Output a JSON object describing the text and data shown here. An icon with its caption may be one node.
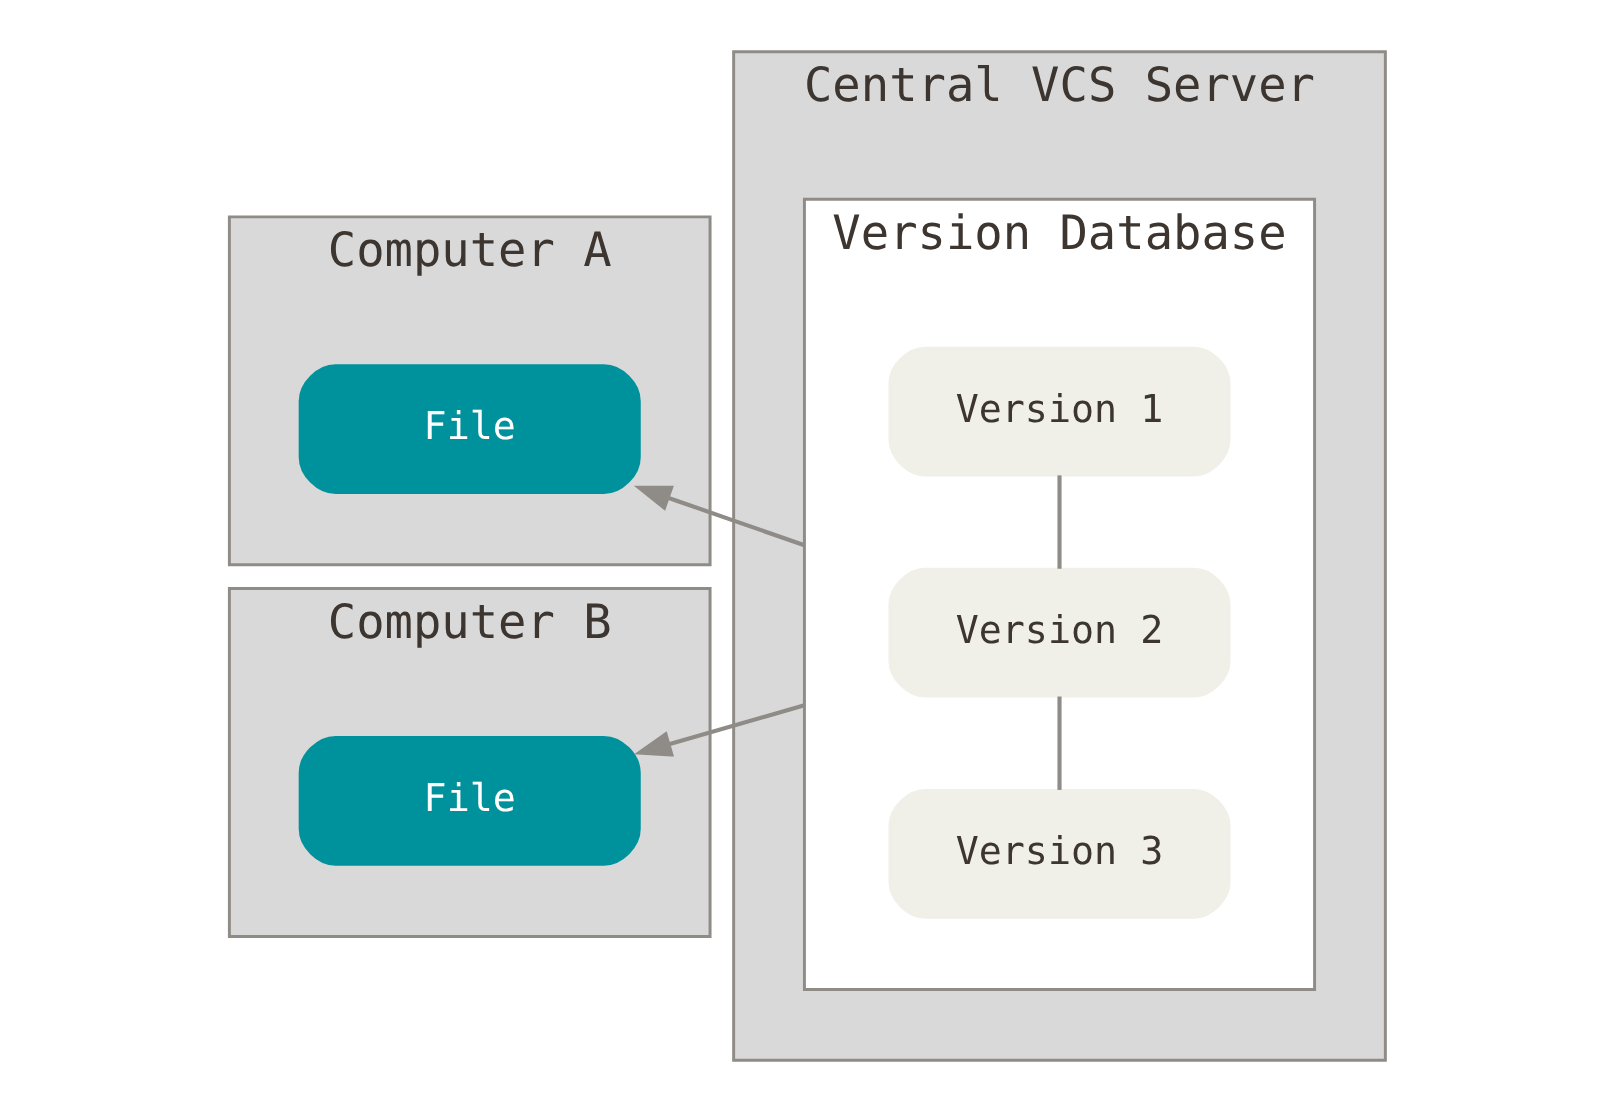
{
  "diagram": {
    "nodes": [
      {
        "text": [
          "Computer A"
        ]
      },
      {
        "text": [
          "File"
        ],
        "in": 0
      },
      {
        "text": [
          "Computer B"
        ]
      },
      {
        "text": [
          "File"
        ],
        "in": 2
      },
      {
        "text": [
          "Central VCS Server"
        ]
      },
      {
        "text": [
          "Version Database"
        ],
        "in": 4
      },
      {
        "text": [
          "Version 3"
        ],
        "in": 5
      },
      {
        "text": [
          "Version 2"
        ],
        "in": 5
      },
      {
        "text": [
          "Version 1"
        ],
        "in": 5
      }
    ],
    "edges": [
      {
        "from": 5,
        "to": 1,
        "arrow": "to"
      },
      {
        "from": 5,
        "to": 3,
        "arrow": "to"
      },
      {
        "from": 6,
        "to": 7,
        "arrow": "none"
      },
      {
        "from": 7,
        "to": 8,
        "arrow": "none"
      }
    ]
  }
}
